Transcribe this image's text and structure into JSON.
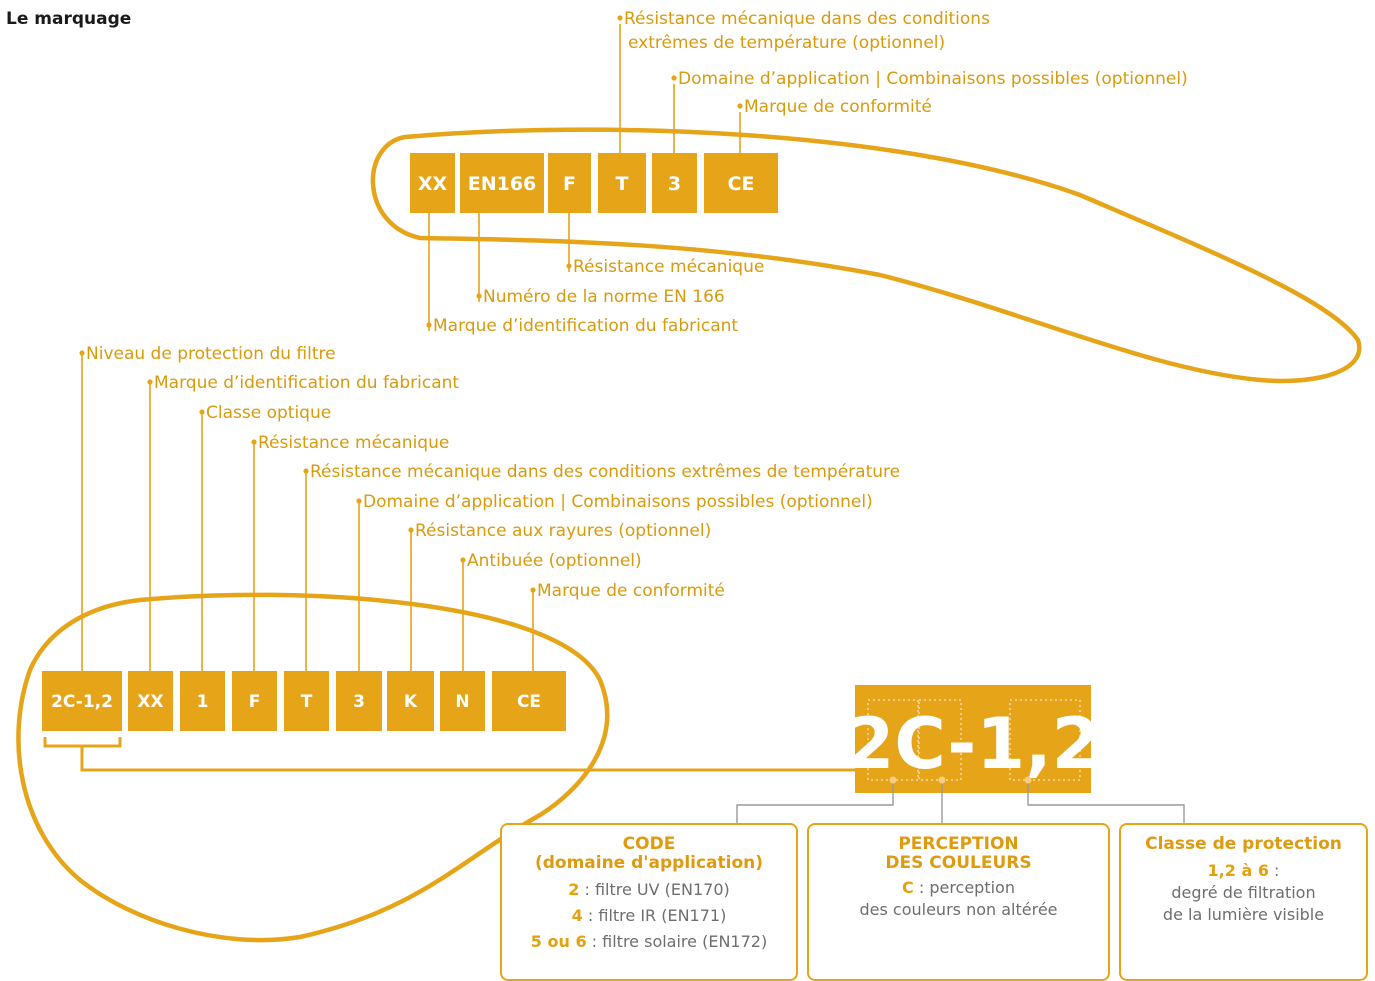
{
  "title": "Le marquage",
  "colors": {
    "accent": "#e6a419",
    "label": "#d99a0c",
    "muted": "#6e6e6e"
  },
  "glasses_marking": {
    "boxes": [
      "XX",
      "EN166",
      "F",
      "T",
      "3",
      "CE"
    ],
    "labels_top": [
      "Résistance mécanique dans des conditions",
      "extrêmes de température (optionnel)",
      "Domaine d’application | Combinaisons possibles (optionnel)",
      "Marque de conformité"
    ],
    "labels_bottom": [
      "Résistance mécanique",
      "Numéro de la norme EN 166",
      "Marque d’identification du fabricant"
    ]
  },
  "lens_marking": {
    "boxes": [
      "2C-1,2",
      "XX",
      "1",
      "F",
      "T",
      "3",
      "K",
      "N",
      "CE"
    ],
    "labels": [
      "Niveau de protection du filtre",
      "Marque d’identification du fabricant",
      "Classe optique",
      "Résistance mécanique",
      "Résistance mécanique dans des conditions extrêmes de température",
      "Domaine d’application | Combinaisons possibles (optionnel)",
      "Résistance aux rayures (optionnel)",
      "Antibuée (optionnel)",
      "Marque de conformité"
    ]
  },
  "zoom_code": "2C-1,2",
  "cards": {
    "code": {
      "title1": "CODE",
      "title2": "(domaine d'application)",
      "rows": [
        {
          "key": "2",
          "text": " : filtre UV (EN170)"
        },
        {
          "key": "4",
          "text": " : filtre IR (EN171)"
        },
        {
          "key": "5 ou 6",
          "text": " : filtre solaire (EN172)"
        }
      ]
    },
    "perception": {
      "title1": "PERCEPTION",
      "title2": "DES COULEURS",
      "key": "C",
      "text1": " : perception",
      "text2": "des couleurs non altérée"
    },
    "classe": {
      "title1": "Classe de protection",
      "key": "1,2 à 6",
      "text0": " :",
      "text1": "degré de filtration",
      "text2": "de la lumière visible"
    }
  }
}
